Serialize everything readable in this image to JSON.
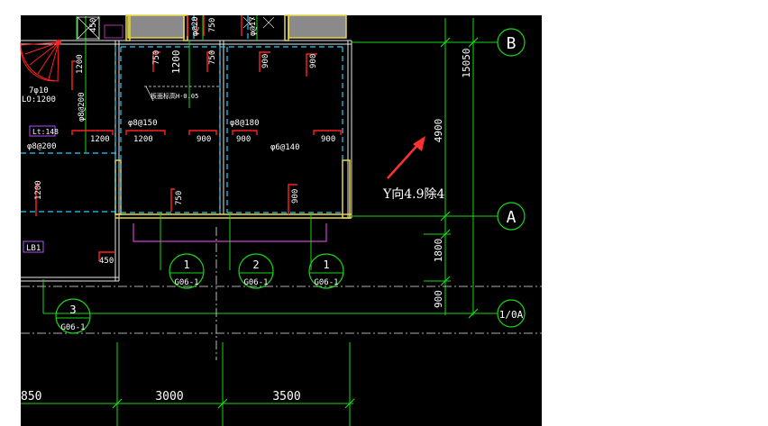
{
  "colors": {
    "background": "#000000",
    "page": "#ffffff",
    "wall": "#e8e8e8",
    "column": "#e6d84a",
    "grid_line": "#18d818",
    "rebar": "#ff2020",
    "dim_text": "#ffffff",
    "dashed": "#20d0ff",
    "beam": "#d040d0",
    "annotation": "#ff3030",
    "label_box": "#b050ff",
    "gray_fill": "#8a8a8a"
  },
  "grid_axes": {
    "B": "B",
    "A": "A",
    "A01": "1/0A"
  },
  "dimensions": {
    "total_vertical": "15050",
    "span_BA": "4900",
    "span_1800": "1800",
    "span_900": "900",
    "bottom_left": "850",
    "bottom_mid": "3000",
    "bottom_right": "3500"
  },
  "details": [
    {
      "num": "1",
      "ref": "G06-1"
    },
    {
      "num": "2",
      "ref": "G06-1"
    },
    {
      "num": "1",
      "ref": "G06-1"
    },
    {
      "num": "3",
      "ref": "G06-1"
    }
  ],
  "rebar_labels": {
    "top_450": "450",
    "top_1200": "1200",
    "top_750a": "750",
    "top_750b": "750",
    "top_750c": "750",
    "top_900a": "900",
    "top_900b": "900",
    "left_1200": "1200",
    "row_1200a": "1200",
    "row_1200b": "1200",
    "row_900a": "900",
    "row_900b": "900",
    "row_900c": "900",
    "mid_750": "750",
    "mid_900": "900",
    "left_1200b": "1200",
    "lb_450": "450",
    "top_20": "φ@20",
    "top_17": "φ@17",
    "slab_150": "φ8@150",
    "slab_180": "φ8@180",
    "slab_140": "φ6@140",
    "slab_200a": "φ8@200",
    "slab_200b": "φ8@200",
    "lo": "LO:1200",
    "tz": "7φ10",
    "hatch_note": "板面标高H-0.05"
  },
  "tags": {
    "lt": "Lt:148",
    "lb1": "LB1"
  },
  "annotation": {
    "text": "Y向4.9除4"
  }
}
